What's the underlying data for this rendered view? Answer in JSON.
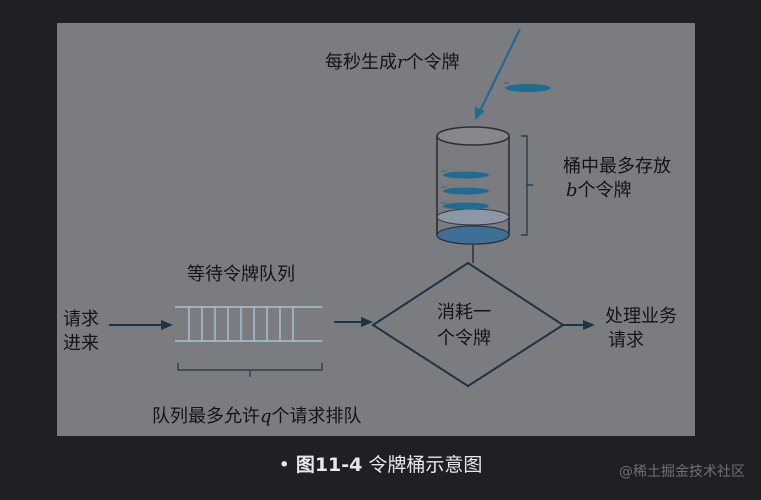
{
  "diagram": {
    "rate_label_prefix": "每秒生成",
    "rate_label_var": "r",
    "rate_label_suffix": "个令牌",
    "bucket_label_line1": "桶中最多存放",
    "bucket_label_var": "b",
    "bucket_label_suffix": "个令牌",
    "queue_title": "等待令牌队列",
    "request_in_line1": "请求",
    "request_in_line2": "进来",
    "decision_line1": "消耗一",
    "decision_line2": "个令牌",
    "output_line1": "处理业务",
    "output_line2": "请求",
    "queue_limit_prefix": "队列最多允许",
    "queue_limit_var": "q",
    "queue_limit_suffix": "个请求排队"
  },
  "caption": {
    "bullet": "•",
    "figure_number": "图11-4",
    "title": "令牌桶示意图"
  },
  "watermark": "@稀土掘金技术社区",
  "colors": {
    "page_background": "#1f2024",
    "diagram_background": "#7b7c80",
    "line": "#1d3346",
    "token": "#1f6b91",
    "queue_line": "#a8c3d9"
  }
}
